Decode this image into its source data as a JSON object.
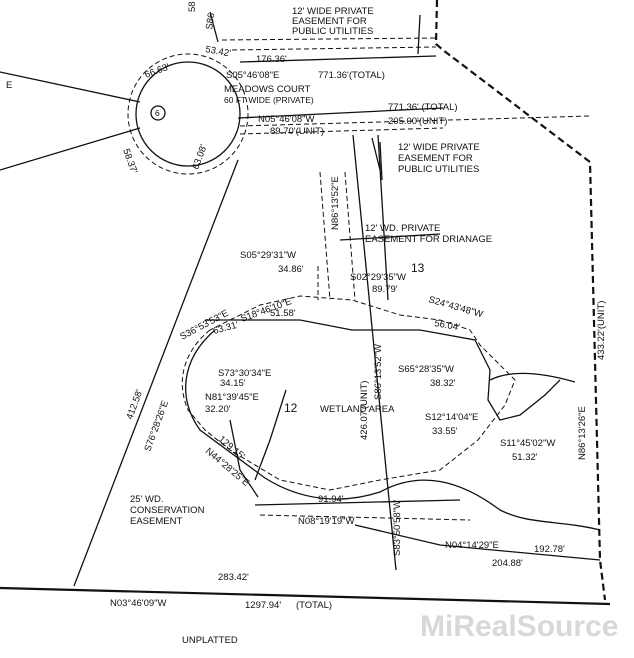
{
  "labels": {
    "easement_top": [
      "12' WIDE PRIVATE",
      "EASEMENT FOR",
      "PUBLIC UTILITIES"
    ],
    "easement_mid": [
      "12' WIDE PRIVATE",
      "EASEMENT FOR",
      "PUBLIC UTILITIES"
    ],
    "easement_drain": [
      "12' WD. PRIVATE",
      "EASEMENT FOR DRIANAGE"
    ],
    "conservation": [
      "25' WD.",
      "CONSERVATION",
      "EASEMENT"
    ],
    "meadows_court": [
      "MEADOWS COURT",
      "60 FT WIDE (PRIVATE)"
    ],
    "wetland": "WETLAND AREA",
    "unplatted": "UNPLATTED",
    "lot12": "12",
    "lot13": "13",
    "lot6": "6",
    "left_e": "E"
  },
  "dimensions": {
    "d176": "176.36'",
    "s05_top": "S05°46'08\"E",
    "d771_top": "771.36'(TOTAL)",
    "d771_mid": "771.36' (TOTAL)",
    "n05": "N05°46'08\"W",
    "d205": "205.00'(UNIT)",
    "d89_70": "89.70'(UNIT)",
    "d66_63": "66.63'",
    "d53_42": "53.42'",
    "d58_37": "58.37'",
    "d63_08": "63.08'",
    "top_frag1": "58",
    "top_frag2": "S86",
    "n86_top": "N86°13'52\"E",
    "s86_vert": "S86°13'52\"W",
    "d426": "426.07'(UNIT)",
    "s05_29": "S05°29'31\"W",
    "d34_86": "34.86'",
    "s02": "S02°29'35\"W",
    "d89_79": "89.79'",
    "s36": "S36°53'53\"E",
    "s18": "S18°46'10\"E",
    "d63_31": "63.31'",
    "d51_58": "51.58'",
    "s24": "S24°43'48\"W",
    "d56_04": "56.04'",
    "s73": "S73°30'34\"E",
    "d34_15": "34.15'",
    "n81": "N81°39'45\"E",
    "d32_20": "32.20'",
    "s65": "S65°28'35\"W",
    "d38_32": "38.32'",
    "s12": "S12°14'04\"E",
    "d33_55": "33.55'",
    "s11": "S11°45'02\"W",
    "d51_32": "51.32'",
    "n86_right": "N86°13'26\"E",
    "d433": "433.22'(UNIT)",
    "d412": "412.58'",
    "s76": "S76°28'26\"E",
    "d129": "129.15'",
    "n44": "N44°28'25\"E",
    "d91_94": "91.94'",
    "n08": "N08°19'19\"W",
    "s83": "S83°50'58\"W",
    "n04": "N04°14'29\"E",
    "d192": "192.78'",
    "d204": "204.88'",
    "d283": "283.42'",
    "n03": "N03°46'09\"W",
    "d1297": "1297.94'",
    "total": "(TOTAL)"
  },
  "watermark": "MiRealSource"
}
